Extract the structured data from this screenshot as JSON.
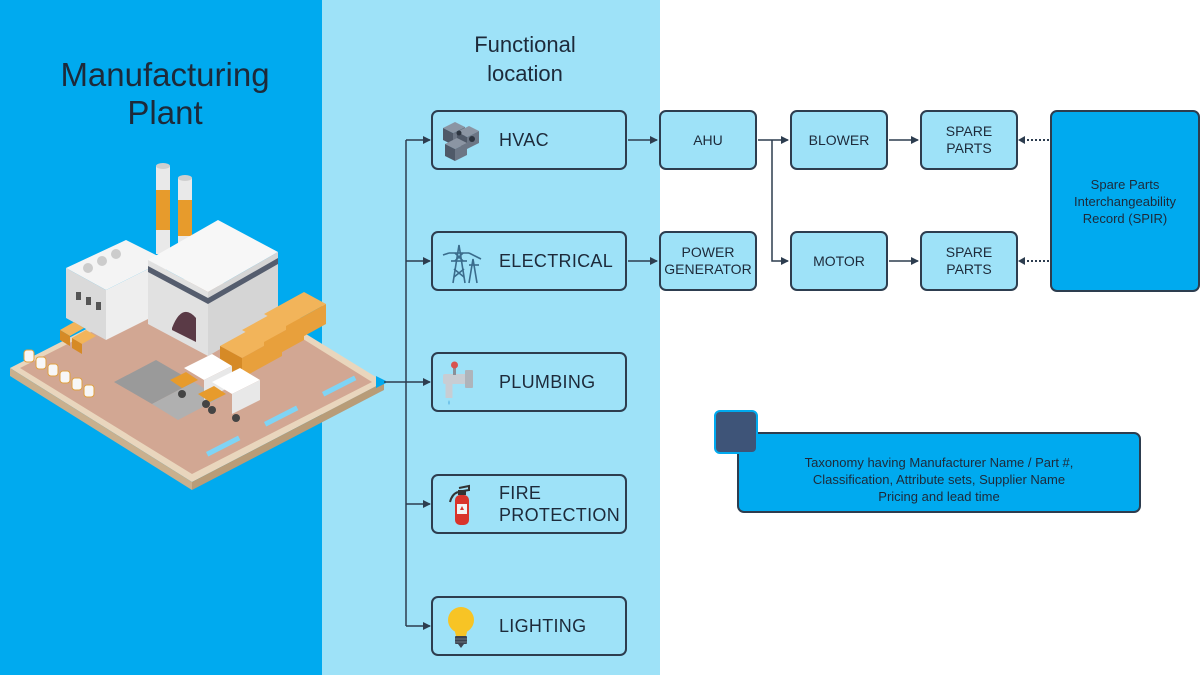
{
  "left_panel": {
    "title": "Manufacturing\nPlant"
  },
  "middle_panel": {
    "title": "Functional\nlocation"
  },
  "categories": [
    {
      "label": "HVAC",
      "icon": "hvac-units-icon"
    },
    {
      "label": "ELECTRICAL",
      "icon": "power-tower-icon"
    },
    {
      "label": "PLUMBING",
      "icon": "faucet-icon"
    },
    {
      "label": "FIRE\nPROTECTION",
      "icon": "fire-extinguisher-icon"
    },
    {
      "label": "LIGHTING",
      "icon": "light-bulb-icon"
    }
  ],
  "equipment": {
    "ahu": "AHU",
    "power_generator": "POWER\nGENERATOR",
    "blower": "BLOWER",
    "motor": "MOTOR",
    "spare_parts_top": "SPARE\nPARTS",
    "spare_parts_bottom": "SPARE\nPARTS"
  },
  "spir": {
    "label": "Spare Parts\nInterchangeability\nRecord (SPIR)"
  },
  "note": {
    "text": "Taxonomy having Manufacturer Name / Part #,\nClassification, Attribute sets, Supplier Name\nPricing and lead time"
  },
  "colors": {
    "left_panel": "#00aaef",
    "middle_panel": "#9ee2f8",
    "box_border": "#2d3d4f",
    "note_square": "#3e5478"
  }
}
